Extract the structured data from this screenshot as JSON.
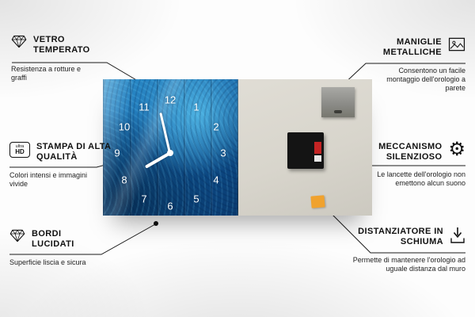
{
  "callouts": {
    "vetro_temperato": {
      "title": "VETRO TEMPERATO",
      "subtitle": "Resistenza a rotture e graffi",
      "icon": "diamond-icon"
    },
    "stampa_alta_qualita": {
      "title": "STAMPA DI ALTA QUALITÀ",
      "subtitle": "Colori intensi e immagini vivide",
      "icon": "ultra-hd-icon",
      "icon_text_top": "ultra",
      "icon_text_bottom": "HD"
    },
    "bordi_lucidati": {
      "title": "BORDI LUCIDATI",
      "subtitle": "Superficie liscia e sicura",
      "icon": "diamond-icon"
    },
    "maniglie_metalliche": {
      "title": "MANIGLIE METALLICHE",
      "subtitle": "Consentono un facile montaggio dell'orologio a parete",
      "icon": "picture-icon"
    },
    "meccanismo_silenzioso": {
      "title": "MECCANISMO SILENZIOSO",
      "subtitle": "Le lancette dell'orologio non emettono alcun suono",
      "icon": "gear-icon"
    },
    "distanziatore_schiuma": {
      "title": "DISTANZIATORE IN SCHIUMA",
      "subtitle": "Permette di mantenere l'orologio ad uguale distanza dal muro",
      "icon": "down-arrow-icon"
    }
  },
  "clock": {
    "numbers": [
      "1",
      "2",
      "3",
      "4",
      "5",
      "6",
      "7",
      "8",
      "9",
      "10",
      "11",
      "12"
    ],
    "time_shown": "7:58"
  },
  "colors": {
    "line": "#1a1a1a",
    "foam_orange": "#f0a22e",
    "clock_blue_light": "#3fa9d9",
    "clock_blue_dark": "#0a3a6e",
    "back_panel": "#d8d5cc",
    "mechanism_black": "#141414",
    "mechanism_red": "#c42424"
  }
}
